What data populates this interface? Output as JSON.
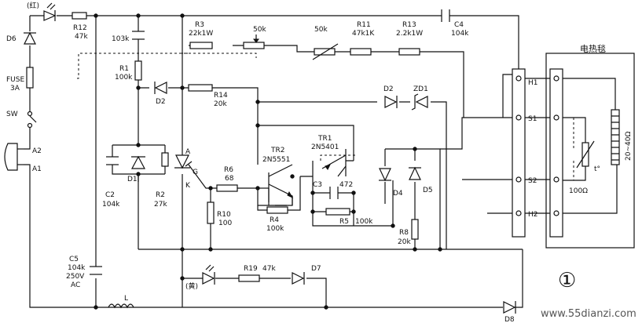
{
  "labels": {
    "lamp_top": "(红)",
    "lamp_bottom": "(黄)",
    "d6": "D6",
    "r12": "R12",
    "r12_val": "47k",
    "fuse": "FUSE",
    "fuse_val": "3A",
    "sw": "SW",
    "a2": "A2",
    "a1": "A1",
    "c1_val": "103k",
    "r1": "R1",
    "r1_val": "100k",
    "d2_left": "D2",
    "c2": "C2",
    "c2_val": "104k",
    "d1": "D1",
    "r2": "R2",
    "r2_val": "27k",
    "c5": "C5",
    "c5_val": "104k",
    "c5_v": "250V",
    "c5_ac": "AC",
    "l": "L",
    "r3": "R3",
    "r3_val": "22k1W",
    "pot1": "50k",
    "pot2": "50k",
    "r11": "R11",
    "r11_val": "47k1K",
    "r13": "R13",
    "r13_val": "2.2k1W",
    "c4": "C4",
    "c4_val": "104k",
    "r14": "R14",
    "r14_val": "20k",
    "d2_right": "D2",
    "dz1": "ZD1",
    "tr2": "TR2",
    "tr2_part": "2N5551",
    "tr1": "TR1",
    "tr1_part": "2N5401",
    "scr_a": "A",
    "scr_g": "G",
    "scr_k": "K",
    "r6": "R6",
    "r6_val": "68",
    "r10": "R10",
    "r10_val": "100",
    "c3": "C3",
    "c3_val": "472",
    "r4": "R4",
    "r4_val": "100k",
    "r5": "R5",
    "r5_val": "100k",
    "d4": "D4",
    "d5": "D5",
    "r8": "R8",
    "r8_val": "20k",
    "r19": "R19",
    "r19_val": "47k",
    "d7": "D7",
    "d8": "D8",
    "h1": "H1",
    "s1": "S1",
    "s2": "S2",
    "h2": "H2",
    "blanket": "电热毯",
    "ptc": "t°",
    "ptc_val": "100Ω",
    "heater": "20~40Ω",
    "fig_no": "①",
    "watermark": "www.55dianzi.com"
  }
}
